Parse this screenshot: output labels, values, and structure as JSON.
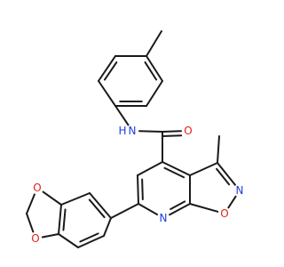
{
  "molecule": {
    "atoms": [
      {
        "id": "methyl1",
        "label": "",
        "color": "#1a1a1a"
      },
      {
        "id": "tolyl_c1",
        "label": "",
        "color": "#1a1a1a"
      },
      {
        "id": "tolyl_c2",
        "label": "",
        "color": "#1a1a1a"
      },
      {
        "id": "tolyl_c3",
        "label": "",
        "color": "#1a1a1a"
      },
      {
        "id": "tolyl_c4",
        "label": "",
        "color": "#1a1a1a"
      },
      {
        "id": "tolyl_c5",
        "label": "",
        "color": "#1a1a1a"
      },
      {
        "id": "tolyl_c6",
        "label": "",
        "color": "#1a1a1a"
      },
      {
        "id": "amide_n",
        "label": "N",
        "sublabel": "H",
        "color": "#1f3ddb"
      },
      {
        "id": "amide_c",
        "label": "",
        "color": "#1a1a1a"
      },
      {
        "id": "amide_o",
        "label": "O",
        "color": "#e0201b"
      },
      {
        "id": "c4",
        "label": "",
        "color": "#1a1a1a"
      },
      {
        "id": "c3a",
        "label": "",
        "color": "#1a1a1a"
      },
      {
        "id": "c3",
        "label": "",
        "color": "#1a1a1a"
      },
      {
        "id": "methyl2",
        "label": "",
        "color": "#1a1a1a"
      },
      {
        "id": "n2",
        "label": "N",
        "color": "#1f3ddb"
      },
      {
        "id": "o1",
        "label": "O",
        "color": "#e0201b"
      },
      {
        "id": "c7a",
        "label": "",
        "color": "#1a1a1a"
      },
      {
        "id": "n7",
        "label": "N",
        "color": "#1f3ddb"
      },
      {
        "id": "c6",
        "label": "",
        "color": "#1a1a1a"
      },
      {
        "id": "c5",
        "label": "",
        "color": "#1a1a1a"
      },
      {
        "id": "bd_c1",
        "label": "",
        "color": "#1a1a1a"
      },
      {
        "id": "bd_c2",
        "label": "",
        "color": "#1a1a1a"
      },
      {
        "id": "bd_c3",
        "label": "",
        "color": "#1a1a1a"
      },
      {
        "id": "bd_c4",
        "label": "",
        "color": "#1a1a1a"
      },
      {
        "id": "bd_c5",
        "label": "",
        "color": "#1a1a1a"
      },
      {
        "id": "bd_c6",
        "label": "",
        "color": "#1a1a1a"
      },
      {
        "id": "bd_o1",
        "label": "O",
        "color": "#e0201b"
      },
      {
        "id": "bd_ch2",
        "label": "",
        "color": "#1a1a1a"
      },
      {
        "id": "bd_o2",
        "label": "O",
        "color": "#e0201b"
      }
    ],
    "bonds": [
      {
        "a": "methyl1",
        "b": "tolyl_c1",
        "order": 1
      },
      {
        "a": "tolyl_c1",
        "b": "tolyl_c2",
        "order": 2
      },
      {
        "a": "tolyl_c2",
        "b": "tolyl_c3",
        "order": 1
      },
      {
        "a": "tolyl_c3",
        "b": "tolyl_c4",
        "order": 2
      },
      {
        "a": "tolyl_c4",
        "b": "tolyl_c5",
        "order": 1
      },
      {
        "a": "tolyl_c5",
        "b": "tolyl_c6",
        "order": 2
      },
      {
        "a": "tolyl_c6",
        "b": "tolyl_c1",
        "order": 1
      },
      {
        "a": "tolyl_c4",
        "b": "amide_n",
        "order": 1
      },
      {
        "a": "amide_n",
        "b": "amide_c",
        "order": 1
      },
      {
        "a": "amide_c",
        "b": "amide_o",
        "order": 2
      },
      {
        "a": "amide_c",
        "b": "c4",
        "order": 1
      },
      {
        "a": "c4",
        "b": "c3a",
        "order": 2
      },
      {
        "a": "c3a",
        "b": "c3",
        "order": 1
      },
      {
        "a": "c3",
        "b": "methyl2",
        "order": 1
      },
      {
        "a": "c3",
        "b": "n2",
        "order": 2
      },
      {
        "a": "n2",
        "b": "o1",
        "order": 1
      },
      {
        "a": "o1",
        "b": "c7a",
        "order": 1
      },
      {
        "a": "c7a",
        "b": "c3a",
        "order": 1
      },
      {
        "a": "c7a",
        "b": "n7",
        "order": 2
      },
      {
        "a": "n7",
        "b": "c6",
        "order": 1
      },
      {
        "a": "c6",
        "b": "c5",
        "order": 2
      },
      {
        "a": "c5",
        "b": "c4",
        "order": 1
      },
      {
        "a": "c6",
        "b": "bd_c1",
        "order": 1
      },
      {
        "a": "bd_c1",
        "b": "bd_c2",
        "order": 2
      },
      {
        "a": "bd_c2",
        "b": "bd_c3",
        "order": 1
      },
      {
        "a": "bd_c3",
        "b": "bd_c4",
        "order": 2
      },
      {
        "a": "bd_c4",
        "b": "bd_c5",
        "order": 1
      },
      {
        "a": "bd_c5",
        "b": "bd_c6",
        "order": 2
      },
      {
        "a": "bd_c6",
        "b": "bd_c1",
        "order": 1
      },
      {
        "a": "bd_c3",
        "b": "bd_o1",
        "order": 1
      },
      {
        "a": "bd_o1",
        "b": "bd_ch2",
        "order": 1
      },
      {
        "a": "bd_ch2",
        "b": "bd_o2",
        "order": 1
      },
      {
        "a": "bd_o2",
        "b": "bd_c4",
        "order": 1
      }
    ]
  }
}
